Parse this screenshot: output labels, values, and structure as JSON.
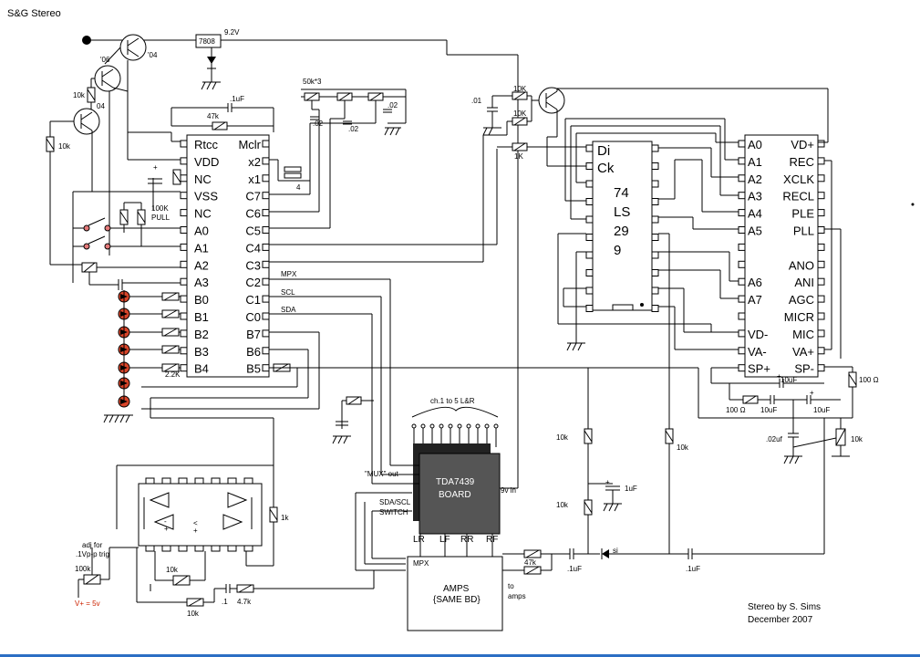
{
  "title": "S&G Stereo",
  "pic_pins_left": [
    "Rtcc",
    "VDD",
    "NC",
    "VSS",
    "NC",
    "A0",
    "A1",
    "A2",
    "A3",
    "B0",
    "B1",
    "B2",
    "B3",
    "B4"
  ],
  "pic_pins_right": [
    "Mclr",
    "x2",
    "x1",
    "C7",
    "C6",
    "C5",
    "C4",
    "C3",
    "C2",
    "C1",
    "C0",
    "B7",
    "B6",
    "B5"
  ],
  "ls_chip": {
    "pins": [
      "Di",
      "Ck"
    ],
    "name_lines": [
      "74",
      "LS",
      "29",
      "9"
    ]
  },
  "isd_pins_left": [
    "A0",
    "A1",
    "A2",
    "A3",
    "A4",
    "A5",
    "",
    "",
    "A6",
    "A7",
    "",
    "VD-",
    "VA-",
    "SP+"
  ],
  "isd_pins_right": [
    "VD+",
    "REC",
    "XCLK",
    "RECL",
    "PLE",
    "PLL",
    "",
    "ANO",
    "ANI",
    "AGC",
    "MICR",
    "MIC",
    "VA+",
    "SP-"
  ],
  "labels": {
    "reg": "7808",
    "v92": "9.2V",
    "q06": "'06",
    "q04a": "'04",
    "q04b": "04",
    "r10k_a": "10k",
    "r10k_b": "10k",
    "c1uf_top": ".1uF",
    "r47k": "47k",
    "pot50k": "50k*3",
    "c02a": ".02",
    "c02b": ".02",
    "c02c": ".02",
    "xtal4": "4",
    "pull1": "100K",
    "pull2": "PULL",
    "r22k": "2.2K",
    "mpx": "MPX",
    "scl": "SCL",
    "sda": "SDA",
    "c01": ".01",
    "r10k_c": "10K",
    "r10k_d": "10K",
    "r1k_a": "1K",
    "ch_label": "ch.1 to 5 L&R",
    "mux_out": "\"MUX\" out",
    "board1": "TDA7439",
    "board2": "BOARD",
    "v9in": "9v in",
    "sdascl": "SDA/SCL",
    "switch": "SWITCH",
    "out_lr": "LR",
    "out_lf": "LF",
    "out_rr": "RR",
    "out_rf": "RF",
    "mpx2": "MPX",
    "amps1": "AMPS",
    "amps2": "{SAME BD}",
    "to": "to",
    "amps_lbl": "amps",
    "r47k_b": "47k",
    "c1uf_b": ".1uF",
    "c1uf_c": ".1uF",
    "si": "si",
    "r10k_e": "10k",
    "r10k_f": "10k",
    "r10k_g": "10k",
    "c1uf_d": "1uF",
    "c10uf_a": "10uF",
    "c10uf_b": "10uF",
    "c10uf_c": "10uF",
    "r100a": "100 Ω",
    "r100b": "100 Ω",
    "c02uf": ".02uf",
    "r10k_h": "10k",
    "r1k_b": "1k",
    "adj1": "adj for",
    "adj2": ".1Vp-p trig",
    "pot100k": "100k",
    "v5": "V+ = 5v",
    "r10k_i": "10k",
    "r10k_j": "10k",
    "c1": ".1",
    "r47k_c": "4.7k",
    "credit1": "Stereo by S. Sims",
    "credit2": "December 2007"
  }
}
